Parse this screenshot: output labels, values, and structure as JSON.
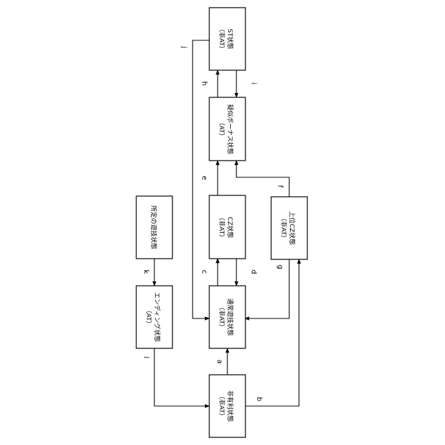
{
  "states": {
    "st": {
      "title": "ST状態",
      "sub": "（非AT）"
    },
    "pseudo_bonus": {
      "title": "疑似ボーナス状態",
      "sub": "（AT）"
    },
    "cz": {
      "title": "CZ状態",
      "sub": "（非AT）"
    },
    "upper_cz": {
      "title": "上位CZ状態",
      "sub": "（非AT）"
    },
    "normal": {
      "title": "通常遊技状態",
      "sub": "（非AT）"
    },
    "ending": {
      "title": "エンディング状態",
      "sub": "（AT）"
    },
    "predetermined": {
      "title": "所定の遊技状態",
      "sub": ""
    },
    "non_favorable": {
      "title": "非有利状態",
      "sub": "（非AT）"
    }
  },
  "transitions": {
    "a": "a",
    "b": "b",
    "c": "c",
    "d": "d",
    "e": "e",
    "f": "f",
    "g": "g",
    "h": "h",
    "i": "i",
    "j": "j",
    "k": "k",
    "l": "l"
  }
}
